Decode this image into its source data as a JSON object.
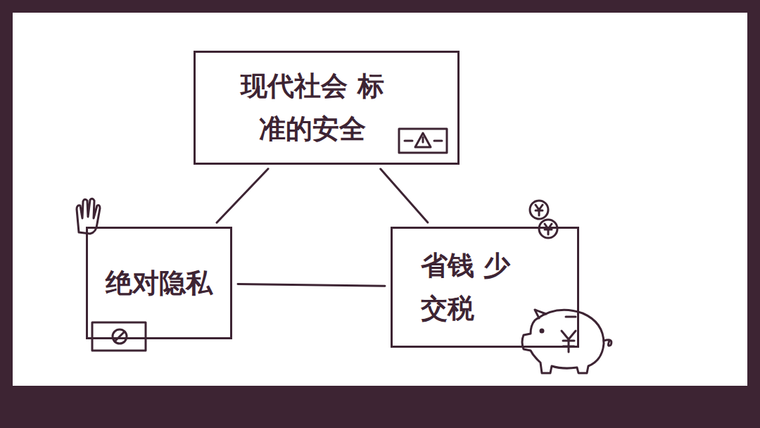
{
  "diagram": {
    "nodes": [
      {
        "text": [
          "现代社会 标准的安全"
        ]
      },
      {
        "text": [
          "绝对隐私"
        ]
      },
      {
        "text": [
          "省钱 少交税"
        ]
      }
    ],
    "edges": [
      {
        "from": 0,
        "to": 1,
        "arrow": "none"
      },
      {
        "from": 0,
        "to": 2,
        "arrow": "none"
      },
      {
        "from": 1,
        "to": 2,
        "arrow": "none"
      }
    ]
  }
}
